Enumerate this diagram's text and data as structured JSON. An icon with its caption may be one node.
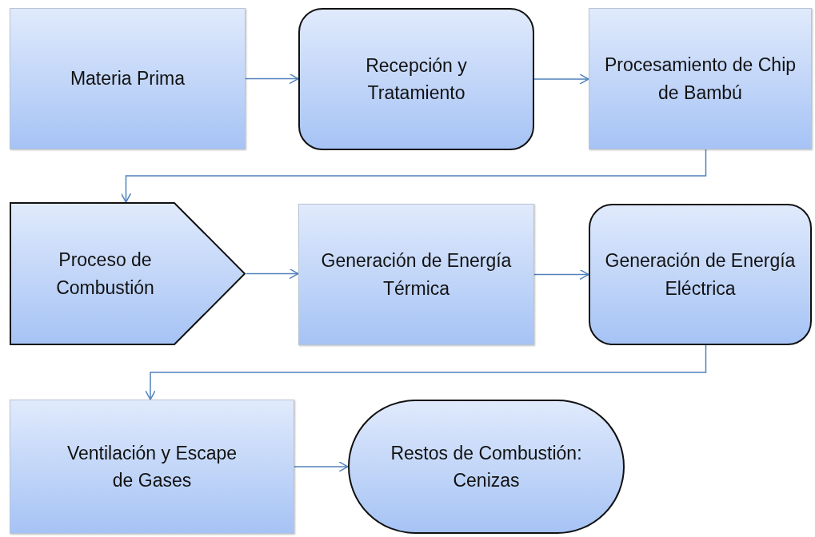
{
  "diagram": {
    "nodes": [
      {
        "text": [
          "Materia Prima"
        ]
      },
      {
        "text": [
          "Recepción y Tratamiento"
        ]
      },
      {
        "text": [
          "Procesamiento de Chip de Bambú"
        ]
      },
      {
        "text": [
          "Proceso de Combustión"
        ]
      },
      {
        "text": [
          "Generación de Energía Térmica"
        ]
      },
      {
        "text": [
          "Generación de Energía Eléctrica"
        ]
      },
      {
        "text": [
          "Ventilación y Escape de Gases"
        ]
      },
      {
        "text": [
          "Restos de Combustión: Cenizas"
        ]
      }
    ],
    "edges": [
      {
        "from": 0,
        "to": 1,
        "arrow": "to"
      },
      {
        "from": 1,
        "to": 2,
        "arrow": "to"
      },
      {
        "from": 2,
        "to": 3,
        "arrow": "to"
      },
      {
        "from": 3,
        "to": 4,
        "arrow": "to"
      },
      {
        "from": 4,
        "to": 5,
        "arrow": "to"
      },
      {
        "from": 5,
        "to": 6,
        "arrow": "to"
      },
      {
        "from": 6,
        "to": 7,
        "arrow": "to"
      }
    ]
  }
}
